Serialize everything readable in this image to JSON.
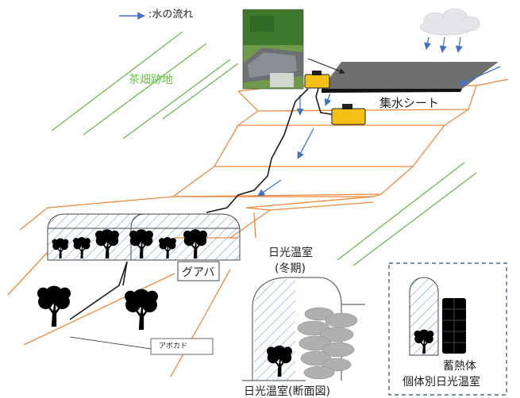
{
  "legend": {
    "text": ":水の流れ",
    "arrow_color": "#4472c4"
  },
  "labels": {
    "tea_field": "茶畑跡地",
    "collection_sheet": "集水シート",
    "guava": "グアバ",
    "avocado": "アボカド",
    "winter_greenhouse_title": "日光温室",
    "winter_greenhouse_sub": "(冬期)",
    "cross_section": "日光温室(断面図)",
    "thermal_mass": "蓄熱体",
    "individual_greenhouse": "個体別日光温室"
  },
  "colors": {
    "terrace_line": "#f0883c",
    "grass_line": "#70b84a",
    "water_arrow": "#4472c4",
    "hatch": "#5b8bd4",
    "tank": "#f5c016",
    "stone": "#b0b0b0",
    "rain_cloud": "#e4e6ea",
    "pipe": "#1a1a1a",
    "tree": "#000000"
  },
  "icons": [
    "rain-cloud-icon",
    "water-tank-icon",
    "tree-icon",
    "photo-thumbnail"
  ]
}
